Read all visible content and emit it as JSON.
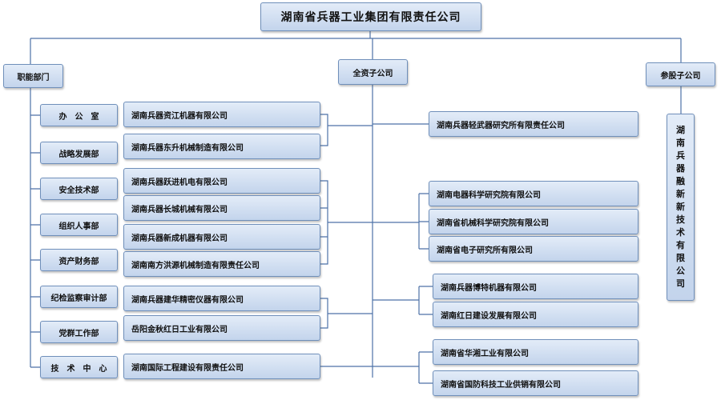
{
  "title": "湖南省兵器工业集团有限责任公司",
  "branches": {
    "functional": "职能部门",
    "wholly_owned": "全资子公司",
    "holding": "参股子公司"
  },
  "departments": [
    "办　公　室",
    "战略发展部",
    "安全技术部",
    "组织人事部",
    "资产财务部",
    "纪检监察审计部",
    "党群工作部",
    "技　术　中　心"
  ],
  "left_companies": [
    "湖南兵器资江机器有限公司",
    "湖南兵器东升机械制造有限公司",
    "湖南兵器跃进机电有限公司",
    "湖南兵器长城机械有限公司",
    "湖南兵器新成机器有限公司",
    "湖南南方洪源机械制造有限责任公司",
    "湖南兵器建华精密仪器有限公司",
    "岳阳金秋红日工业有限公司",
    "湖南国际工程建设有限责任公司"
  ],
  "right_companies": [
    "湖南兵器轻武器研究所有限责任公司",
    "湖南电器科学研究院有限公司",
    "湖南省机械科学研究院有限公司",
    "湖南省电子研究所有限公司",
    "湖南兵器博特机器有限公司",
    "湖南红日建设发展有限公司",
    "湖南省华湘工业有限公司",
    "湖南省国防科技工业供销有限公司"
  ],
  "holding_company": [
    "湖",
    "南",
    "兵",
    "器",
    "融",
    "新",
    "新",
    "技",
    "术",
    "有",
    "限",
    "公",
    "司"
  ]
}
